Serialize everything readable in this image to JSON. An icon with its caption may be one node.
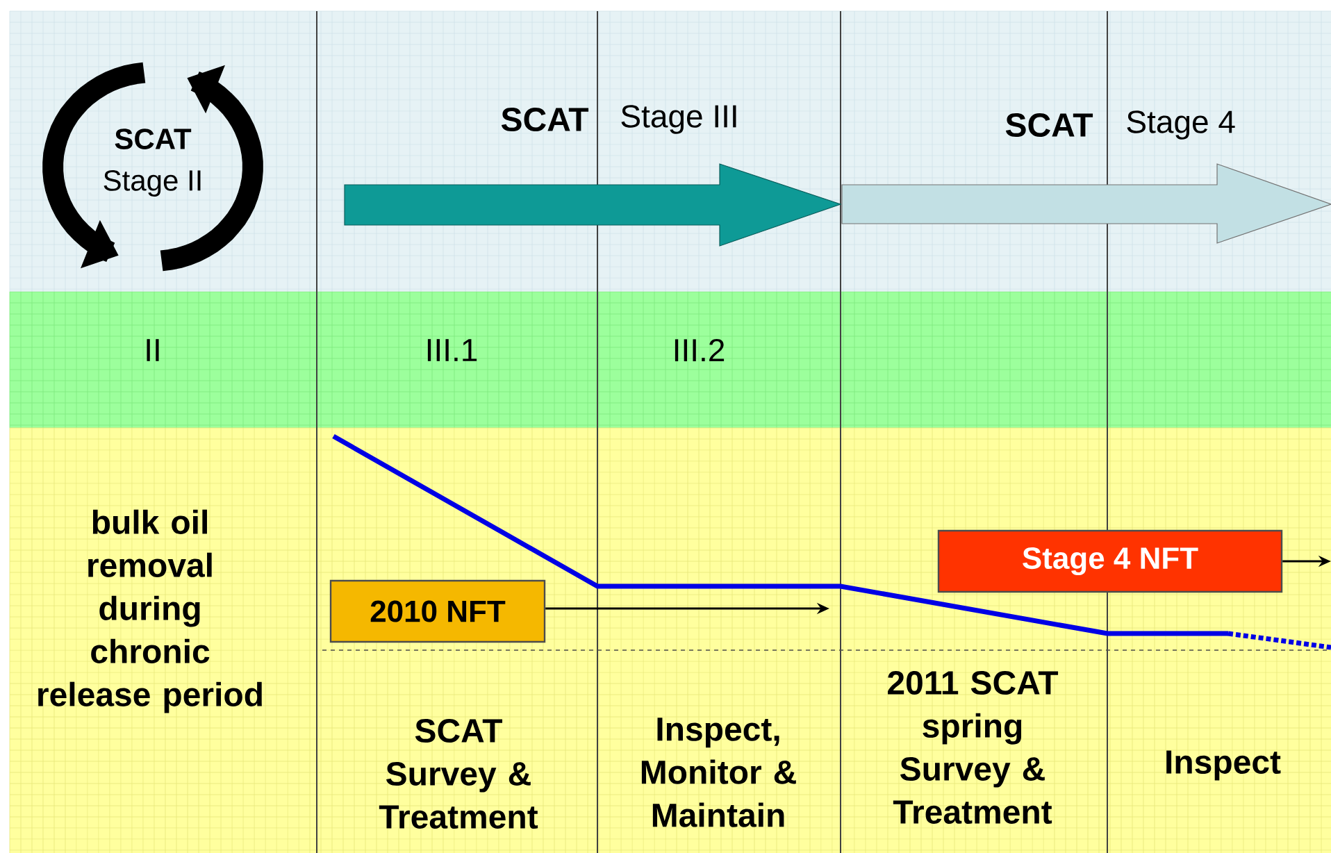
{
  "diagram": {
    "nodes": [
      {
        "text": [
          "2010 NFT"
        ]
      },
      {
        "text": [
          "Stage 4 NFT"
        ]
      }
    ],
    "edges": [
      {
        "from": 0,
        "to": null,
        "arrow": "to"
      },
      {
        "from": 1,
        "to": null,
        "arrow": "to"
      }
    ],
    "labels": [
      "SCAT",
      "Stage II",
      "SCAT",
      "Stage III",
      "SCAT",
      "Stage 4",
      "II",
      "III.1",
      "III.2",
      "bulk oil removal during chronic release period",
      "SCAT Survey & Treatment",
      "Inspect, Monitor & Maintain",
      "2011 SCAT spring Survey & Treatment",
      "Inspect"
    ]
  }
}
